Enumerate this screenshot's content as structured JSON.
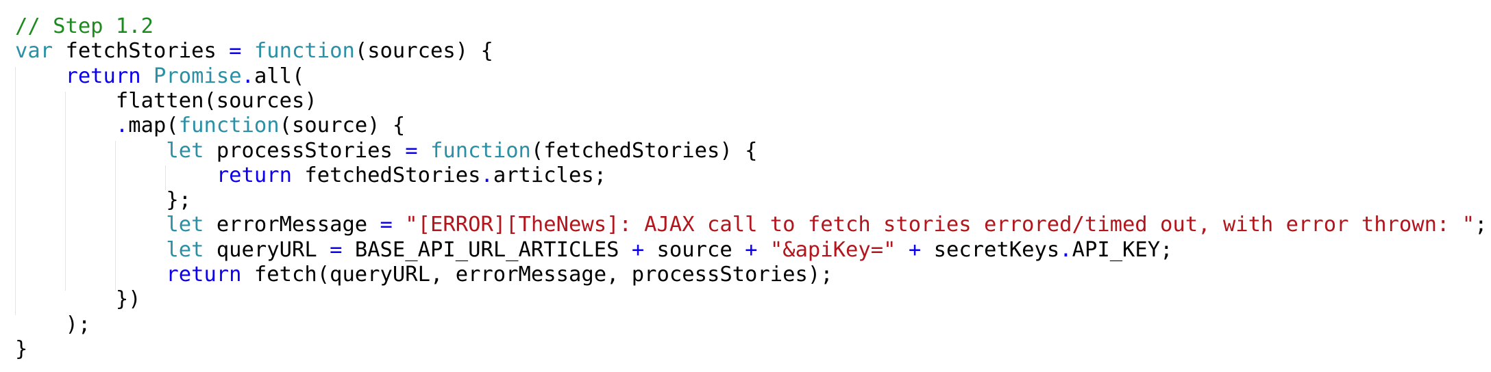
{
  "code_lines": [
    [
      {
        "t": "// Step 1.2",
        "c": "cm"
      }
    ],
    [
      {
        "t": "var",
        "c": "kw"
      },
      {
        "t": " fetchStories ",
        "c": ""
      },
      {
        "t": "=",
        "c": "op"
      },
      {
        "t": " ",
        "c": ""
      },
      {
        "t": "function",
        "c": "kw"
      },
      {
        "t": "(sources) {",
        "c": ""
      }
    ],
    [
      {
        "t": "    ",
        "c": ""
      },
      {
        "t": "return",
        "c": "kb"
      },
      {
        "t": " ",
        "c": ""
      },
      {
        "t": "Promise",
        "c": "kw"
      },
      {
        "t": ".",
        "c": "op"
      },
      {
        "t": "all(",
        "c": ""
      }
    ],
    [
      {
        "t": "        flatten(sources)",
        "c": ""
      }
    ],
    [
      {
        "t": "        ",
        "c": ""
      },
      {
        "t": ".",
        "c": "op"
      },
      {
        "t": "map(",
        "c": ""
      },
      {
        "t": "function",
        "c": "kw"
      },
      {
        "t": "(source) {",
        "c": ""
      }
    ],
    [
      {
        "t": "            ",
        "c": ""
      },
      {
        "t": "let",
        "c": "kw"
      },
      {
        "t": " processStories ",
        "c": ""
      },
      {
        "t": "=",
        "c": "op"
      },
      {
        "t": " ",
        "c": ""
      },
      {
        "t": "function",
        "c": "kw"
      },
      {
        "t": "(fetchedStories) {",
        "c": ""
      }
    ],
    [
      {
        "t": "                ",
        "c": ""
      },
      {
        "t": "return",
        "c": "kb"
      },
      {
        "t": " fetchedStories",
        "c": ""
      },
      {
        "t": ".",
        "c": "op"
      },
      {
        "t": "articles;",
        "c": ""
      }
    ],
    [
      {
        "t": "            };",
        "c": ""
      }
    ],
    [
      {
        "t": "            ",
        "c": ""
      },
      {
        "t": "let",
        "c": "kw"
      },
      {
        "t": " errorMessage ",
        "c": ""
      },
      {
        "t": "=",
        "c": "op"
      },
      {
        "t": " ",
        "c": ""
      },
      {
        "t": "\"[ERROR][TheNews]: AJAX call to fetch stories errored/timed out, with error thrown: \"",
        "c": "st"
      },
      {
        "t": ";",
        "c": ""
      }
    ],
    [
      {
        "t": "            ",
        "c": ""
      },
      {
        "t": "let",
        "c": "kw"
      },
      {
        "t": " queryURL ",
        "c": ""
      },
      {
        "t": "=",
        "c": "op"
      },
      {
        "t": " BASE_API_URL_ARTICLES ",
        "c": ""
      },
      {
        "t": "+",
        "c": "op"
      },
      {
        "t": " source ",
        "c": ""
      },
      {
        "t": "+",
        "c": "op"
      },
      {
        "t": " ",
        "c": ""
      },
      {
        "t": "\"&apiKey=\"",
        "c": "st"
      },
      {
        "t": " ",
        "c": ""
      },
      {
        "t": "+",
        "c": "op"
      },
      {
        "t": " secretKeys",
        "c": ""
      },
      {
        "t": ".",
        "c": "op"
      },
      {
        "t": "API_KEY;",
        "c": ""
      }
    ],
    [
      {
        "t": "            ",
        "c": ""
      },
      {
        "t": "return",
        "c": "kb"
      },
      {
        "t": " fetch(queryURL, errorMessage, processStories);",
        "c": ""
      }
    ],
    [
      {
        "t": "        })",
        "c": ""
      }
    ],
    [
      {
        "t": "    );",
        "c": ""
      }
    ],
    [
      {
        "t": "}",
        "c": ""
      }
    ]
  ]
}
